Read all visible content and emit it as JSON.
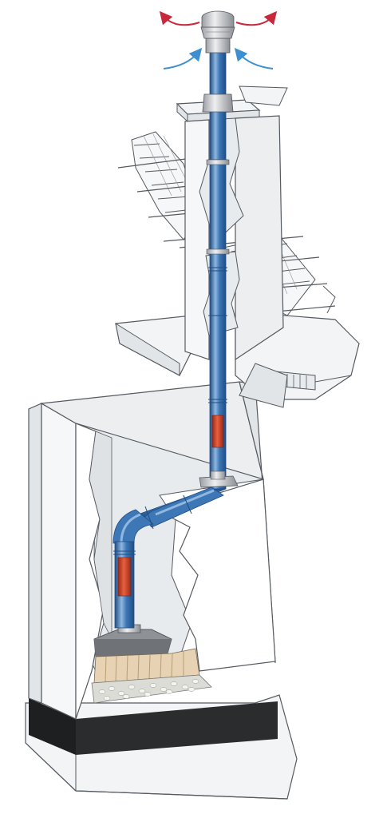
{
  "figure": {
    "colors": {
      "background": "#ffffff",
      "wall": "#f3f4f5",
      "wall_shadow": "#dfe2e5",
      "outline": "#555a60",
      "flue_blue": "#3d77b6",
      "flue_blue_light": "#8fb7e0",
      "flue_blue_dark": "#1f4d85",
      "heat_red": "#d9452a",
      "hot_air_arrow": "#c8283c",
      "fresh_air_arrow": "#3c8fd0",
      "hearth_black": "#2b2c2e",
      "firebox_back": "#e7d3b3",
      "stones": "#dcdcd6",
      "steel_cap": "#c9cbcf"
    },
    "icons": [
      "arrow-exhaust-left",
      "arrow-exhaust-right",
      "arrow-intake-left",
      "arrow-intake-right"
    ]
  }
}
